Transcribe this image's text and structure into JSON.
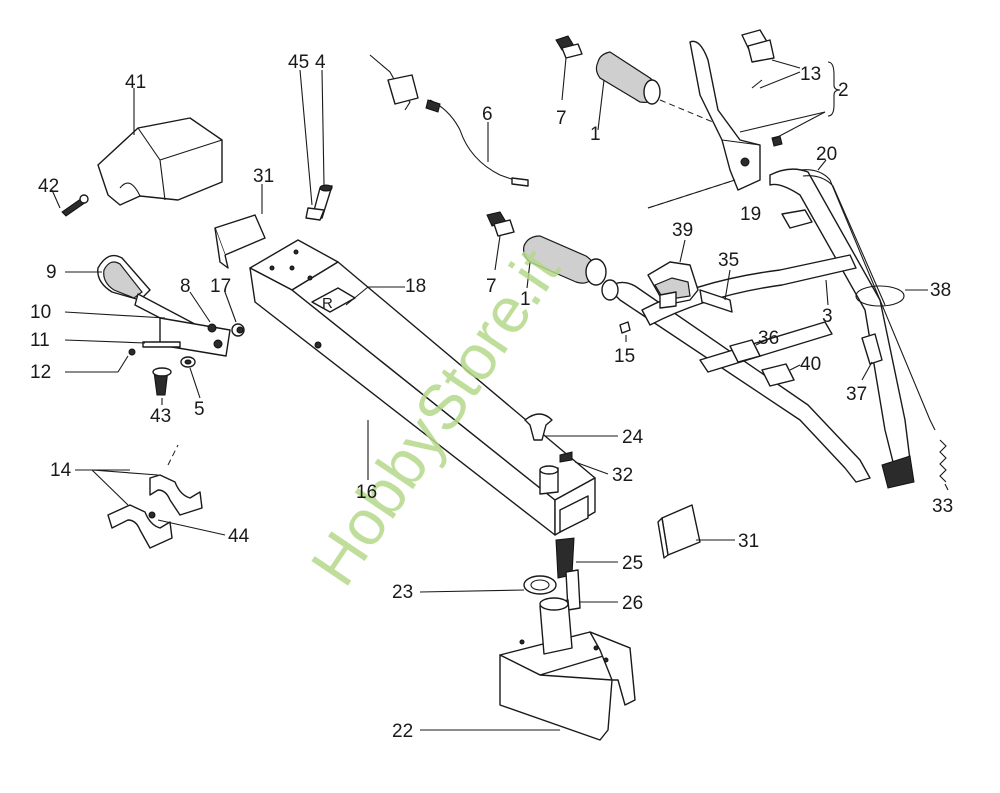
{
  "watermark": {
    "text": "HobbyStore.it",
    "color": "#b5d98a"
  },
  "callouts": {
    "c1a": "1",
    "c1b": "1",
    "c2": "2",
    "c3": "3",
    "c4": "4",
    "c5": "5",
    "c6": "6",
    "c7a": "7",
    "c7b": "7",
    "c8": "8",
    "c9": "9",
    "c10": "10",
    "c11": "11",
    "c12": "12",
    "c13": "13",
    "c14": "14",
    "c15": "15",
    "c16": "16",
    "c17": "17",
    "c18": "18",
    "c19": "19",
    "c20": "20",
    "c22": "22",
    "c23": "23",
    "c24": "24",
    "c25": "25",
    "c26": "26",
    "c31a": "31",
    "c31b": "31",
    "c32": "32",
    "c33": "33",
    "c35": "35",
    "c36": "36",
    "c37": "37",
    "c38": "38",
    "c39": "39",
    "c40": "40",
    "c41": "41",
    "c42": "42",
    "c43": "43",
    "c44": "44",
    "c45": "45"
  }
}
